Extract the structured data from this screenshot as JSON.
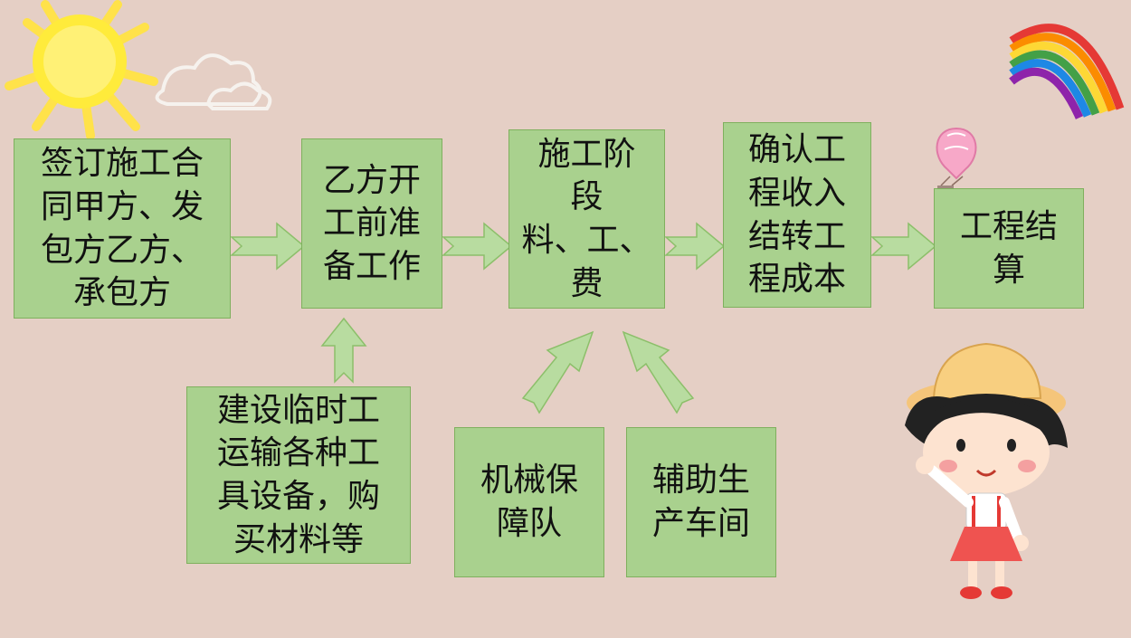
{
  "diagram": {
    "steps": [
      {
        "id": "sign",
        "text": "签订施工合\n同甲方、发\n包方乙方、\n承包方"
      },
      {
        "id": "prep",
        "text": "乙方开\n工前准\n备工作"
      },
      {
        "id": "construct",
        "text": "施工阶\n段\n料、工、\n费"
      },
      {
        "id": "income",
        "text": "确认工\n程收入\n结转工\n程成本"
      },
      {
        "id": "settle",
        "text": "工程结\n算"
      }
    ],
    "inputs": [
      {
        "id": "temp",
        "text": "建设临时工\n运输各种工\n具设备，购\n买材料等"
      },
      {
        "id": "machinery",
        "text": "机械保\n障队"
      },
      {
        "id": "aux",
        "text": "辅助生\n产车间"
      }
    ]
  },
  "colors": {
    "background": "#e5cfc5",
    "box_fill": "#a9d18e",
    "box_border": "#7fb05e",
    "arrow_fill": "#b8dca0",
    "arrow_stroke": "#8cbf6a"
  },
  "decorations": [
    "sun-icon",
    "cloud-icon",
    "rainbow-icon",
    "hot-air-balloon-icon",
    "cartoon-girl-illustration"
  ]
}
